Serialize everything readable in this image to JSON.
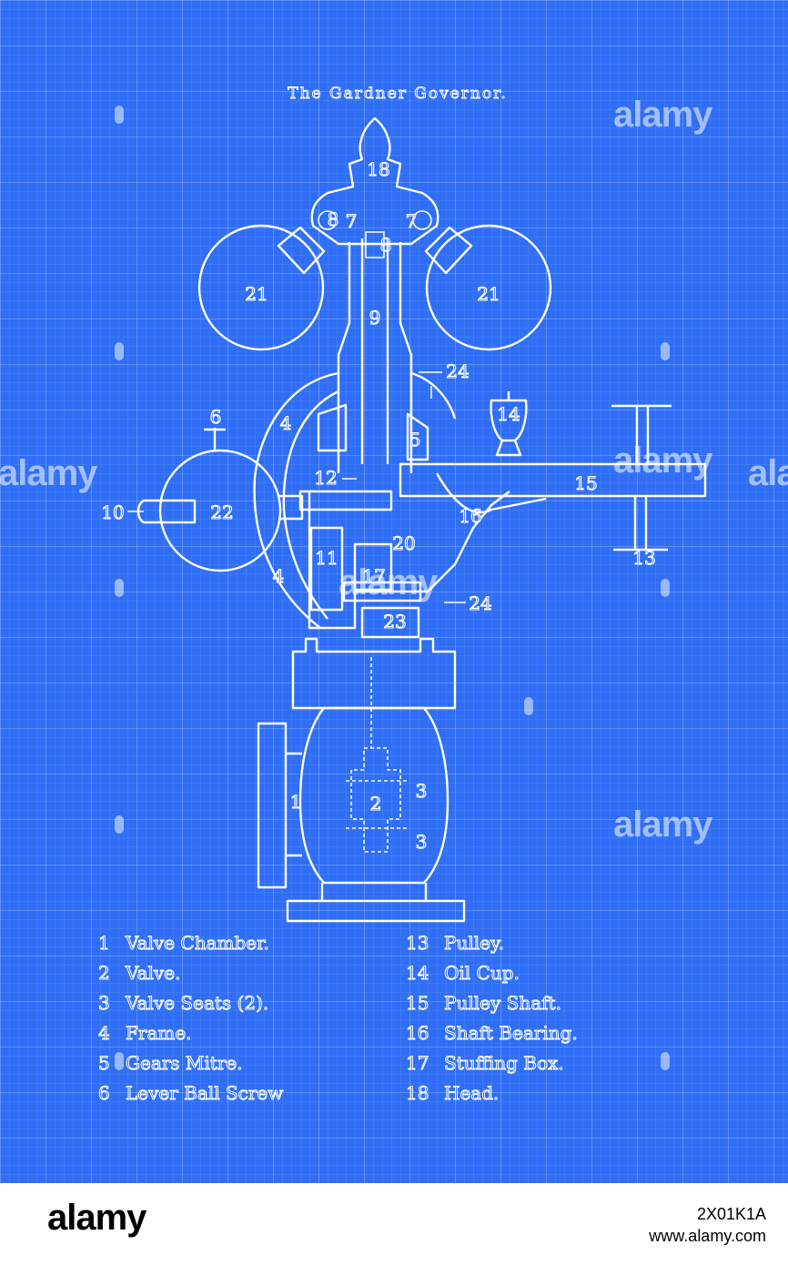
{
  "title": "The Gardner Governor.",
  "callouts": [
    {
      "id": "c18",
      "text": "18"
    },
    {
      "id": "c7a",
      "text": "7"
    },
    {
      "id": "c7b",
      "text": "7"
    },
    {
      "id": "c8a",
      "text": "8"
    },
    {
      "id": "c8b",
      "text": "8"
    },
    {
      "id": "c21a",
      "text": "21"
    },
    {
      "id": "c21b",
      "text": "21"
    },
    {
      "id": "c9",
      "text": "9"
    },
    {
      "id": "c24a",
      "text": "24"
    },
    {
      "id": "c14",
      "text": "14"
    },
    {
      "id": "c6",
      "text": "6"
    },
    {
      "id": "c4a",
      "text": "4"
    },
    {
      "id": "c5",
      "text": "5"
    },
    {
      "id": "c12",
      "text": "12"
    },
    {
      "id": "c15",
      "text": "15"
    },
    {
      "id": "c10",
      "text": "10"
    },
    {
      "id": "c22",
      "text": "22"
    },
    {
      "id": "c16",
      "text": "16"
    },
    {
      "id": "c20",
      "text": "20"
    },
    {
      "id": "c11",
      "text": "11"
    },
    {
      "id": "c17",
      "text": "17"
    },
    {
      "id": "c4b",
      "text": "4"
    },
    {
      "id": "c13",
      "text": "13"
    },
    {
      "id": "c24b",
      "text": "24"
    },
    {
      "id": "c23",
      "text": "23"
    },
    {
      "id": "c1",
      "text": "1"
    },
    {
      "id": "c2",
      "text": "2"
    },
    {
      "id": "c3a",
      "text": "3"
    },
    {
      "id": "c3b",
      "text": "3"
    }
  ],
  "legend_left": [
    {
      "num": "1",
      "label": "Valve Chamber."
    },
    {
      "num": "2",
      "label": "Valve."
    },
    {
      "num": "3",
      "label": "Valve Seats (2)."
    },
    {
      "num": "4",
      "label": "Frame."
    },
    {
      "num": "5",
      "label": "Gears Mitre."
    },
    {
      "num": "6",
      "label": "Lever Ball Screw"
    }
  ],
  "legend_right": [
    {
      "num": "13",
      "label": "Pulley."
    },
    {
      "num": "14",
      "label": "Oil Cup."
    },
    {
      "num": "15",
      "label": "Pulley Shaft."
    },
    {
      "num": "16",
      "label": "Shaft Bearing."
    },
    {
      "num": "17",
      "label": "Stuffing Box."
    },
    {
      "num": "18",
      "label": "Head."
    }
  ],
  "watermark": "alamy",
  "footer": {
    "logo": "alamy",
    "image_id": "2X01K1A",
    "site": "www.alamy.com"
  },
  "colors": {
    "blueprint": "#2f6ef5",
    "line": "#ffffff",
    "footer_bg": "#ffffff"
  }
}
